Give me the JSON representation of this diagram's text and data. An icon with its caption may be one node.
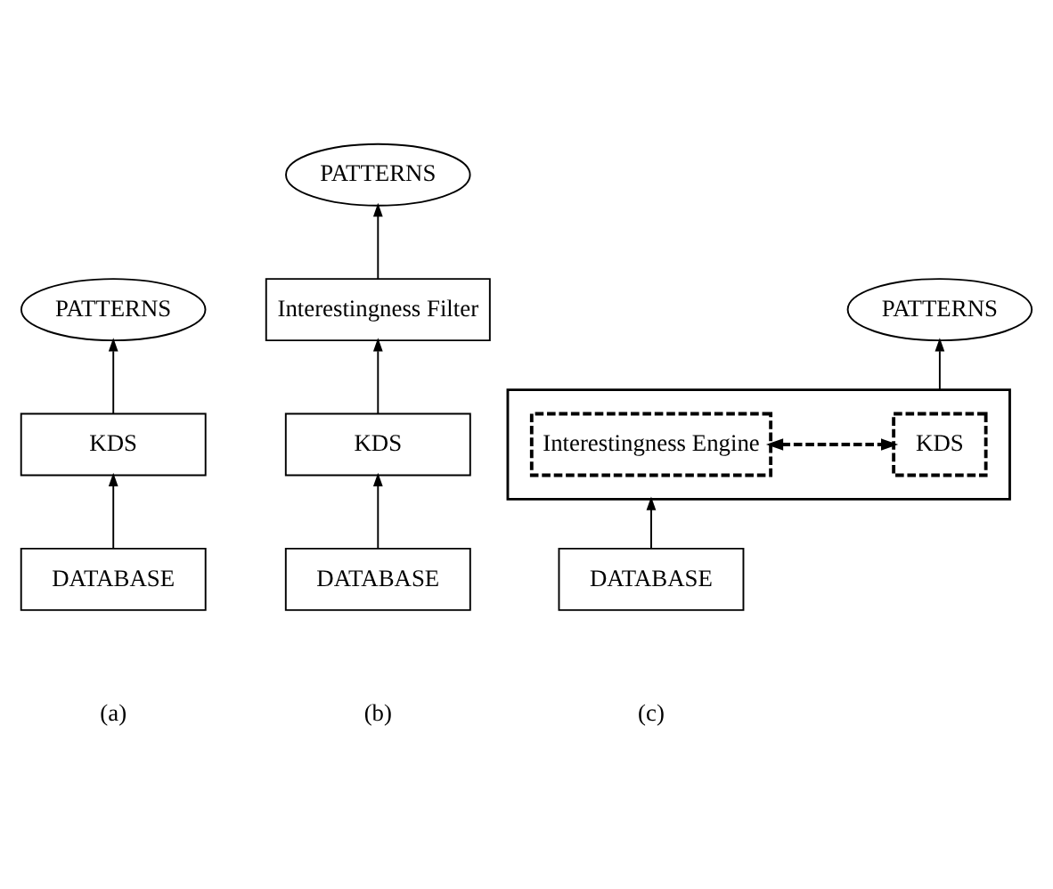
{
  "diagram": {
    "nodes": [
      {
        "text": [
          "PATTERNS"
        ]
      },
      {
        "text": [
          "KDS"
        ]
      },
      {
        "text": [
          "DATABASE"
        ]
      },
      {
        "text": [
          "PATTERNS"
        ]
      },
      {
        "text": [
          "Interestingness Filter"
        ]
      },
      {
        "text": [
          "KDS"
        ]
      },
      {
        "text": [
          "DATABASE"
        ]
      },
      {
        "text": [
          "PATTERNS"
        ]
      },
      {
        "text": [],
        "shape": "box"
      },
      {
        "text": [
          "Interestingness Engine"
        ],
        "in": 8
      },
      {
        "text": [
          "KDS"
        ],
        "in": 8
      },
      {
        "text": [
          "DATABASE"
        ]
      }
    ],
    "edges": [
      {
        "from": 2,
        "to": 1,
        "arrow": "to"
      },
      {
        "from": 1,
        "to": 0,
        "arrow": "to"
      },
      {
        "from": 6,
        "to": 5,
        "arrow": "to"
      },
      {
        "from": 5,
        "to": 4,
        "arrow": "to"
      },
      {
        "from": 4,
        "to": 3,
        "arrow": "to"
      },
      {
        "from": 11,
        "to": 8,
        "arrow": "to"
      },
      {
        "from": 8,
        "to": 7,
        "arrow": "to"
      },
      {
        "from": 9,
        "to": 10,
        "arrow": "both",
        "style": "dashed"
      }
    ],
    "labels": [
      "(a)",
      "(b)",
      "(c)"
    ]
  }
}
